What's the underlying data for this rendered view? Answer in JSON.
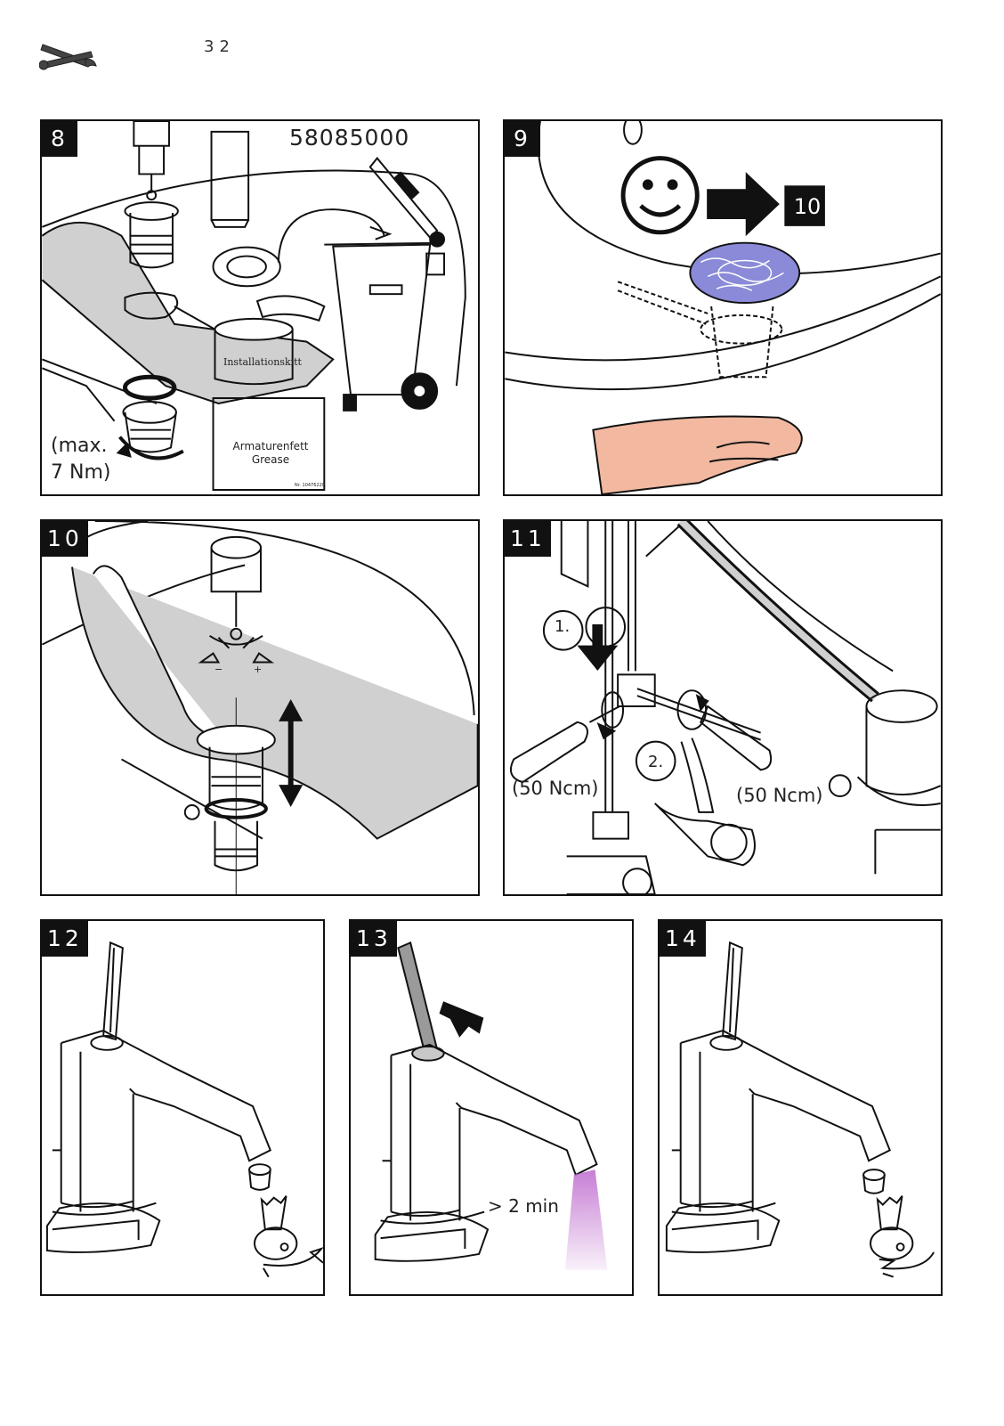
{
  "page": {
    "number": "32"
  },
  "panels": {
    "p8": {
      "step": "8",
      "part_number": "58085000",
      "torque": "(max.\n7 Nm)",
      "putty_label": "Installationskitt",
      "grease_label": "Armaturenfett\nGrease",
      "grease_code": "Nr. 10476220"
    },
    "p9": {
      "step": "9",
      "next_step": "10"
    },
    "p10": {
      "step": "10",
      "minus": "−",
      "plus": "+"
    },
    "p11": {
      "step": "11",
      "marker1": "1.",
      "marker2": "2.",
      "torque_left": "(50 Ncm)",
      "torque_right": "(50 Ncm)"
    },
    "p12": {
      "step": "12"
    },
    "p13": {
      "step": "13",
      "duration": "> 2 min"
    },
    "p14": {
      "step": "14"
    }
  },
  "colors": {
    "line": "#111111",
    "water": "#8a8ad8",
    "hand": "#f2b9a0",
    "flow": "#c070d0",
    "grey": "#d0d0d0"
  },
  "icons": {
    "header": "tools-icon"
  }
}
